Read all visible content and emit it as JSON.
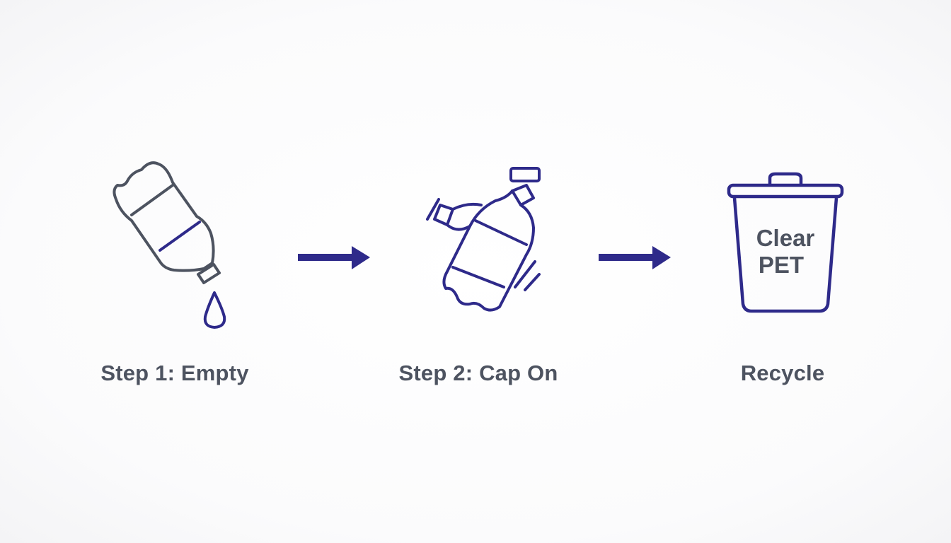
{
  "steps": [
    {
      "label": "Step 1: Empty",
      "icon": "pouring-bottle-icon"
    },
    {
      "label": "Step 2: Cap On",
      "icon": "capped-bottle-icon"
    },
    {
      "label": "Recycle",
      "icon": "recycle-bin-icon"
    }
  ],
  "bin": {
    "line1": "Clear",
    "line2": "PET"
  },
  "arrows": [
    "arrow-right-icon",
    "arrow-right-icon"
  ],
  "colors": {
    "accent": "#2e2a8a",
    "outline": "#4d5360",
    "text": "#4d5360",
    "background": "#ffffff"
  }
}
